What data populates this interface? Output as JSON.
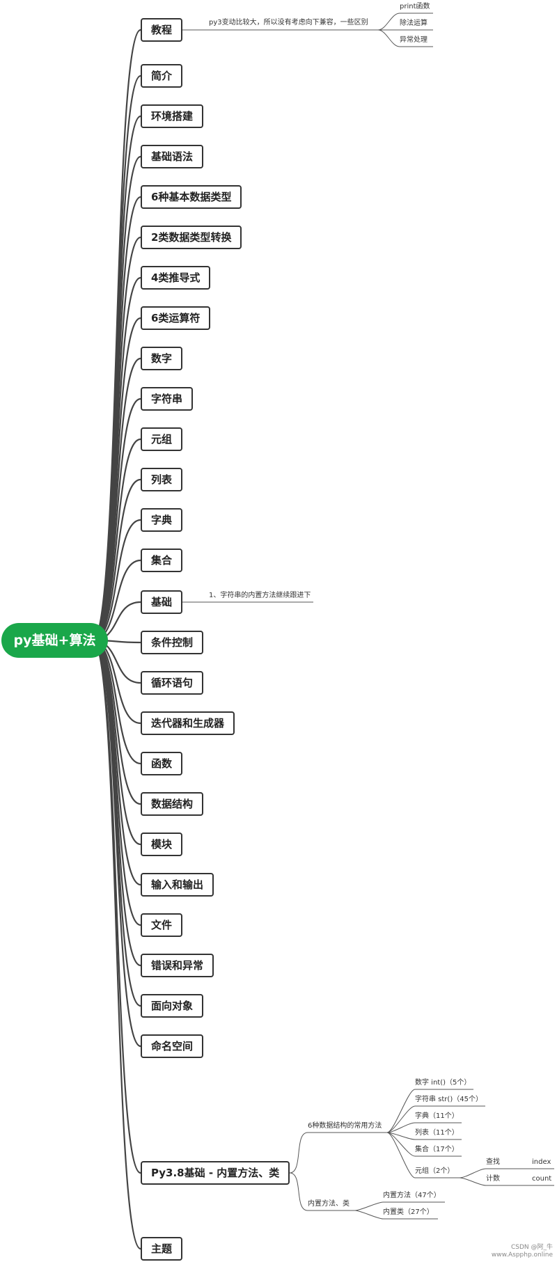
{
  "root": "py基础+算法",
  "topics": [
    "教程",
    "简介",
    "环境搭建",
    "基础语法",
    "6种基本数据类型",
    "2类数据类型转换",
    "4类推导式",
    "6类运算符",
    "数字",
    "字符串",
    "元组",
    "列表",
    "字典",
    "集合",
    "基础",
    "条件控制",
    "循环语句",
    "迭代器和生成器",
    "函数",
    "数据结构",
    "模块",
    "输入和输出",
    "文件",
    "错误和异常",
    "面向对象",
    "命名空间",
    "Py3.8基础 - 内置方法、类",
    "主题"
  ],
  "tutorial": {
    "note": "py3变动比较大，所以没有考虑向下兼容，一些区别",
    "items": [
      "print函数",
      "除法运算",
      "异常处理"
    ]
  },
  "basics": {
    "note": "1、字符串的内置方法继续跟进下"
  },
  "py38": {
    "struct_label": "6种数据结构的常用方法",
    "struct_items": [
      "数字 int()（5个）",
      "字符串 str()（45个）",
      "字典（11个）",
      "列表（11个）",
      "集合（17个）",
      "元组（2个）"
    ],
    "tuple_methods": [
      {
        "cn": "查找",
        "en": "index"
      },
      {
        "cn": "计数",
        "en": "count"
      }
    ],
    "builtin_label": "内置方法、类",
    "builtin_items": [
      "内置方法（47个）",
      "内置类（27个）"
    ]
  },
  "footer": {
    "line1": "CSDN @阿_牛",
    "line2": "www.Aspphp.online"
  }
}
